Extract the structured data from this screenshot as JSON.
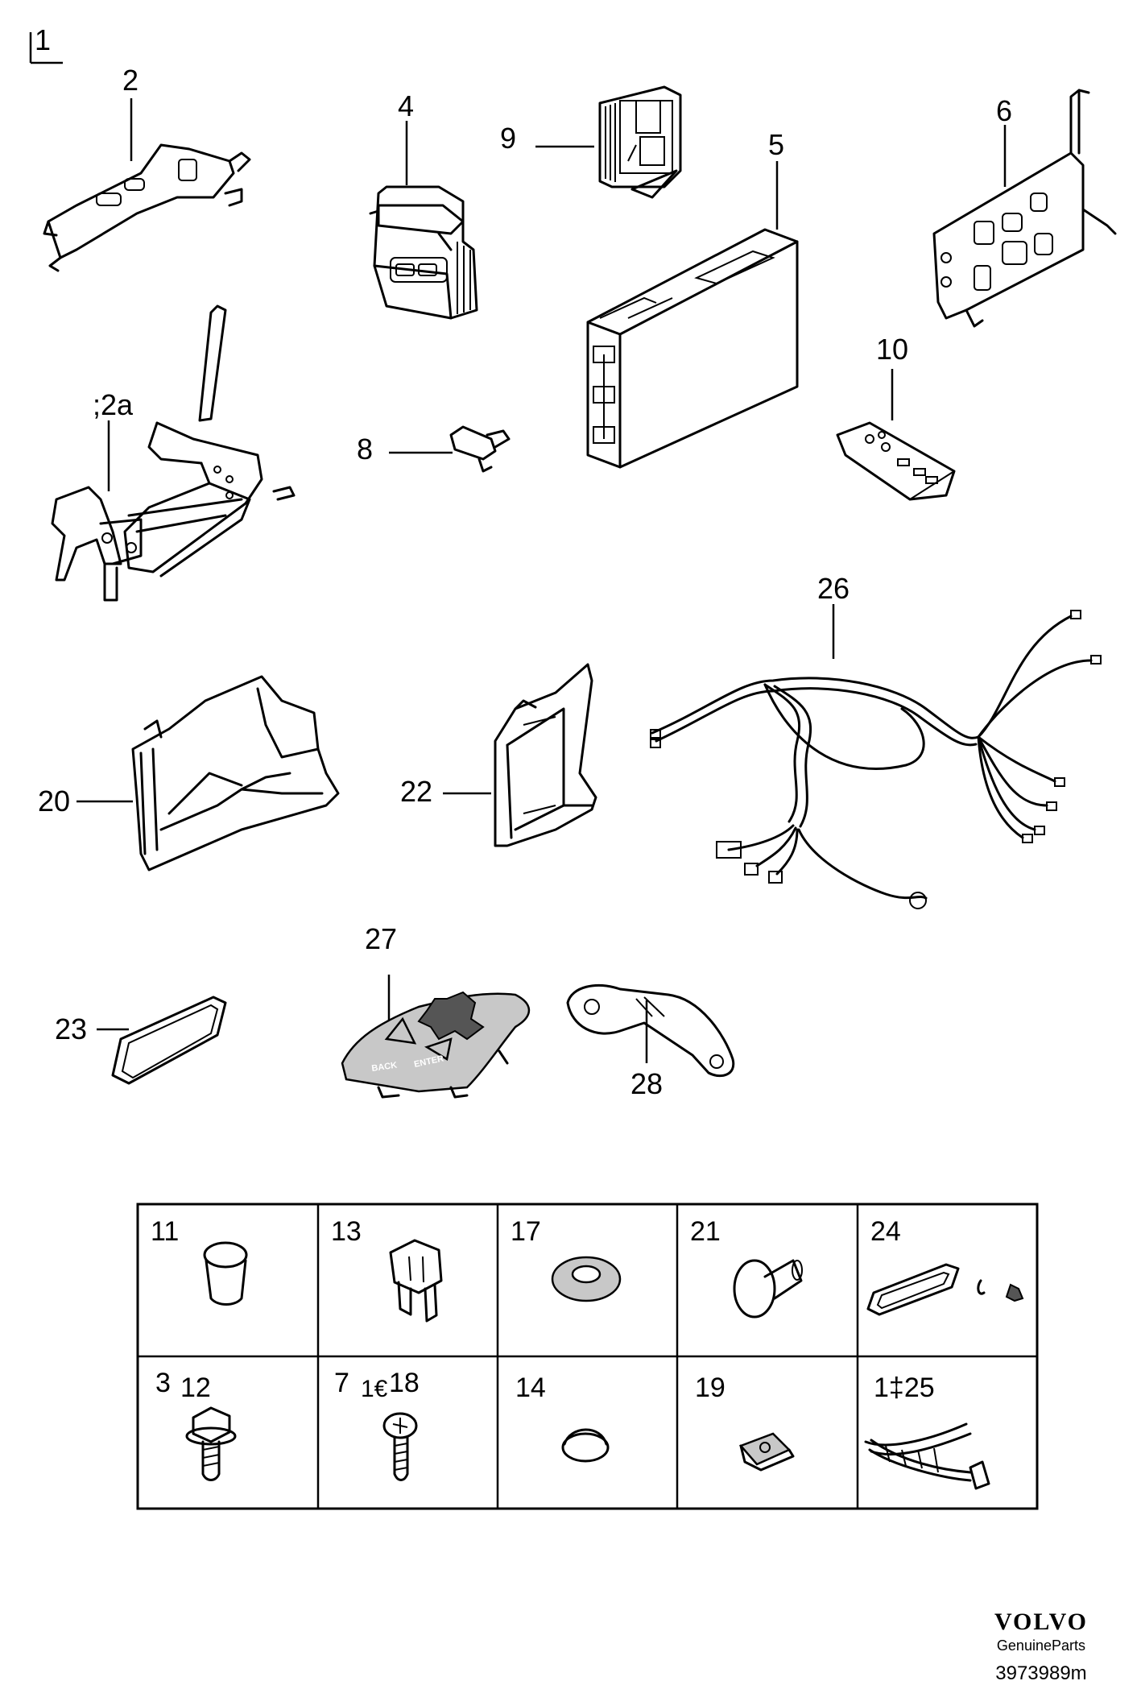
{
  "corner_label": "1",
  "callouts": {
    "c2": "2",
    "c4": "4",
    "c9": "9",
    "c5": "5",
    "c6": "6",
    "c10": "10",
    "c2a": ";2a",
    "c8": "8",
    "c26": "26",
    "c20": "20",
    "c22": "22",
    "c27": "27",
    "c23": "23",
    "c28": "28"
  },
  "grid": {
    "row1": [
      {
        "label": "11",
        "icon": "cap-plug-icon"
      },
      {
        "label": "13",
        "icon": "fuse-icon"
      },
      {
        "label": "17",
        "icon": "grommet-icon"
      },
      {
        "label": "21",
        "icon": "push-clip-icon"
      },
      {
        "label": "24",
        "icon": "gasket-icon"
      }
    ],
    "row2": [
      {
        "label": "3",
        "label2": "12",
        "icon": "flange-bolt-icon"
      },
      {
        "label": "7",
        "label2": "1€",
        "label3": "18",
        "icon": "screw-icon"
      },
      {
        "label": "14",
        "icon": "plug-icon"
      },
      {
        "label": "19",
        "icon": "clip-nut-icon"
      },
      {
        "label": "1‡25",
        "icon": "cable-tie-icon"
      }
    ]
  },
  "brand": {
    "name": "VOLVO",
    "subtitle": "GenuineParts",
    "code": "3973989m"
  },
  "button_text": {
    "back": "BACK",
    "enter": "ENTER"
  }
}
